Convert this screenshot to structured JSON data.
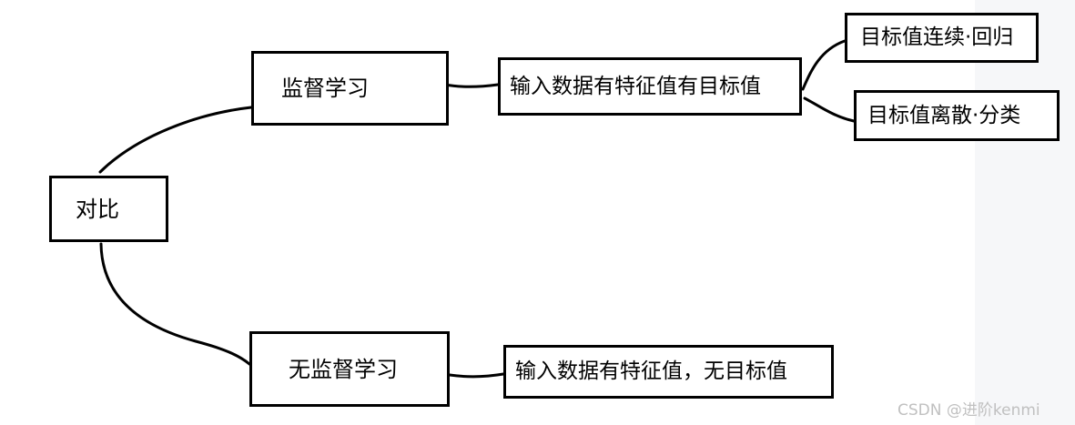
{
  "diagram": {
    "root": "对比",
    "supervised": {
      "label": "监督学习",
      "input": "输入数据有特征值有目标值",
      "continuous": "目标值连续·回归",
      "discrete": "目标值离散·分类"
    },
    "unsupervised": {
      "label": "无监督学习",
      "input": "输入数据有特征值，无目标值"
    }
  },
  "watermark": "CSDN @进阶kenmi",
  "colors": {
    "line": "#000000",
    "box_border": "#000000",
    "side_strip": "#f6f7f9",
    "watermark": "#c0c0c0"
  }
}
